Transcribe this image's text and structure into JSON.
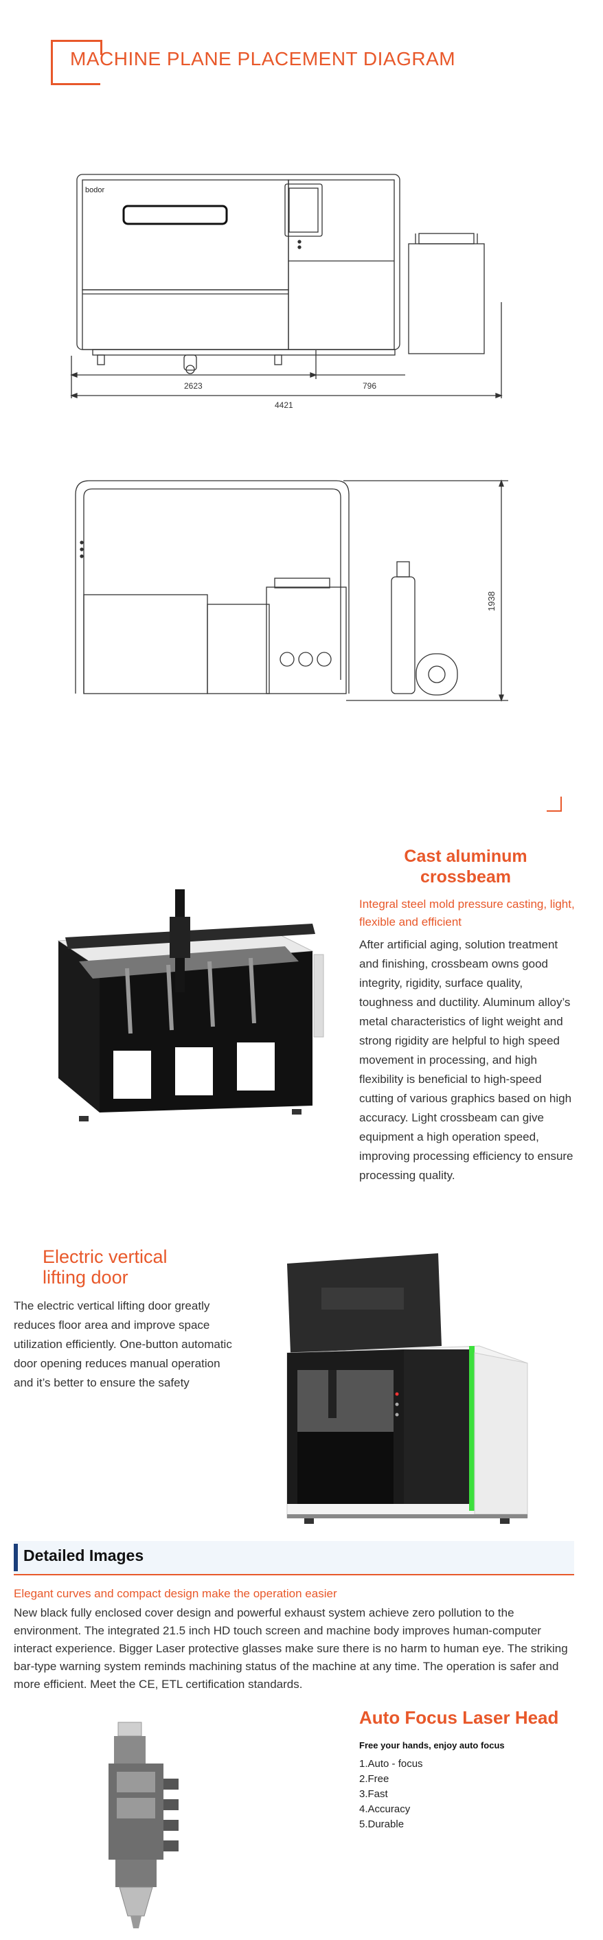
{
  "plane": {
    "title": "MACHINE PLANE PLACEMENT DIAGRAM",
    "brand_on_machine": "bodor",
    "dim_a": "2623",
    "dim_b": "796",
    "dim_total": "4421",
    "dim_height": "1938"
  },
  "feature_crossbeam": {
    "title": "Cast aluminum crossbeam",
    "subtitle": "Integral steel mold pressure casting, light, flexible and efficient",
    "body": "After artificial aging, solution treatment and finishing, crossbeam owns good integrity, rigidity, surface quality, toughness and ductility. Aluminum alloy’s metal characteristics of light weight and strong rigidity are helpful to high speed movement in processing, and high flexibility is beneficial to high-speed cutting of various graphics based on high accuracy. Light crossbeam can give equipment a high operation speed, improving processing efficiency to ensure processing quality."
  },
  "feature_door": {
    "title": "Electric vertical lifting door",
    "body": "The electric vertical lifting door greatly reduces floor area and improve space utilization efficiently. One-button automatic door opening reduces manual operation and it’s better to ensure the safety"
  },
  "detailed": {
    "heading": "Detailed Images",
    "subtitle": "Elegant curves and compact design make the operation easier",
    "body": "New black fully enclosed cover design and powerful exhaust system achieve zero pollution to the environment. The integrated 21.5 inch HD touch screen and machine body improves human-computer interact experience. Bigger Laser protective glasses make sure there is no harm to human eye. The striking bar-type warning system reminds machining status of the machine at any time. The operation is safer and more efficient. Meet the CE, ETL certification standards."
  },
  "autofocus": {
    "title": "Auto Focus Laser Head",
    "subtitle": "Free your hands, enjoy auto focus",
    "items": [
      "1.Auto - focus",
      "2.Free",
      "3.Fast",
      "4.Accuracy",
      "5.Durable"
    ]
  },
  "colors": {
    "accent": "#e8582a",
    "band": "#f1f6fb",
    "band_bar": "#1a3e7a",
    "status_light": "#3ce03c"
  }
}
